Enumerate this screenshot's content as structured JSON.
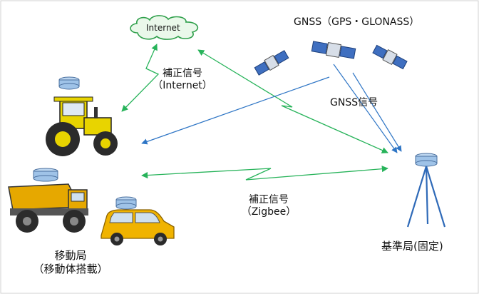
{
  "internet": "Internet",
  "gnss_title": "GNSS（GPS・GLONASS）",
  "correction_internet": {
    "line1": "補正信号",
    "line2": "（Internet）"
  },
  "gnss_signal": "GNSS信号",
  "correction_zigbee": {
    "line1": "補正信号",
    "line2": "（Zigbee）"
  },
  "mobile_station": {
    "line1": "移動局",
    "line2": "（移動体搭載）"
  },
  "base_station": "基準局(固定)",
  "colors": {
    "blue_arrow": "#2e75c5",
    "green_arrow": "#27b35a",
    "cloud_stroke": "#2e9f4a",
    "cloud_fill": "#eaf8ea",
    "satellite_body": "#3f6fc0",
    "antenna": "#9fc3e8",
    "tractor": "#e8d400",
    "truck": "#e6a800",
    "car": "#f0b300"
  },
  "icons": [
    "satellite-icon",
    "antenna-icon",
    "tractor-icon",
    "dump-truck-icon",
    "car-icon",
    "tripod-icon",
    "cloud-icon"
  ]
}
